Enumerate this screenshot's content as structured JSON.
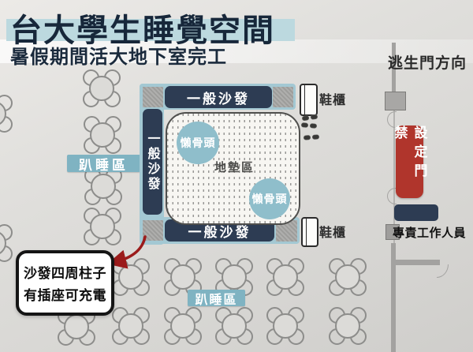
{
  "header": {
    "title": "台大學生睡覺空間",
    "subtitle": "暑假期間活大地下室完工"
  },
  "annotations": {
    "escape_direction": "逃生門方向",
    "access_control": "設定門禁",
    "staff": "專責工作人員",
    "callout_line1": "沙發四周柱子",
    "callout_line2": "有插座可充電"
  },
  "zones": {
    "sofa_top": "一般沙發",
    "sofa_left": "一般沙發",
    "sofa_bottom": "一般沙發",
    "beanbag_top": "懶骨頭",
    "beanbag_bottom": "懶骨頭",
    "mat_area": "地墊區",
    "nap_left": "趴睡區",
    "nap_bottom": "趴睡區",
    "shoe_cabinet_top": "鞋櫃",
    "shoe_cabinet_bottom": "鞋櫃"
  },
  "colors": {
    "navy_sofa": "#2d3c53",
    "platform_blue": "#a3c8d3",
    "beanbag_teal": "#8fbecb",
    "zone_label_teal": "#7fb3c2",
    "access_red": "#b0352c",
    "arrow_red": "#9b1b1b",
    "title_highlight": "#bcd9df",
    "title_navy": "#17273a",
    "pillar_gray": "#9d9d9b"
  }
}
